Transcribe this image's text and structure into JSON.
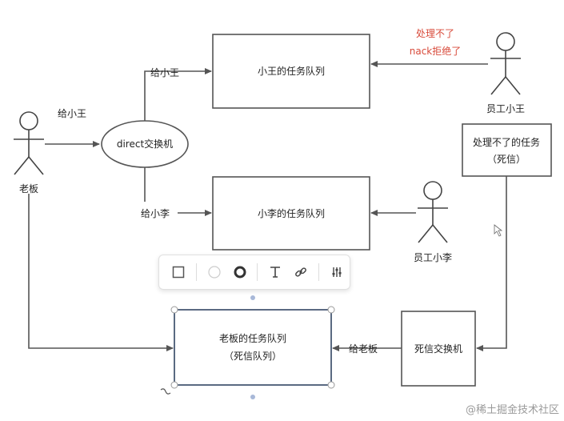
{
  "diagram": {
    "boss_label": "老板",
    "worker_wang_label": "员工小王",
    "worker_li_label": "员工小李",
    "exchange_label": "direct交换机",
    "queue_wang_label": "小王的任务队列",
    "queue_li_label": "小李的任务队列",
    "dead_tasks_line1": "处理不了的任务",
    "dead_tasks_line2": "（死信）",
    "dlx_label": "死信交换机",
    "boss_queue_line1": "老板的任务队列",
    "boss_queue_line2": "（死信队列）",
    "edge_to_exchange": "给小王",
    "edge_to_wang": "给小王",
    "edge_to_li": "给小李",
    "edge_to_boss_queue": "给老板",
    "reject_line1": "处理不了",
    "reject_line2": "nack拒绝了"
  },
  "toolbar": {
    "tools": [
      "rectangle-icon",
      "fill-color-icon",
      "stroke-color-icon",
      "text-icon",
      "link-icon",
      "adjust-icon"
    ]
  },
  "watermark": "@稀土掘金技术社区",
  "colors": {
    "line": "#555555",
    "note_red": "#d84a3a",
    "selected_border": "#5a6a82",
    "selection_handle": "#a8b8d8"
  }
}
